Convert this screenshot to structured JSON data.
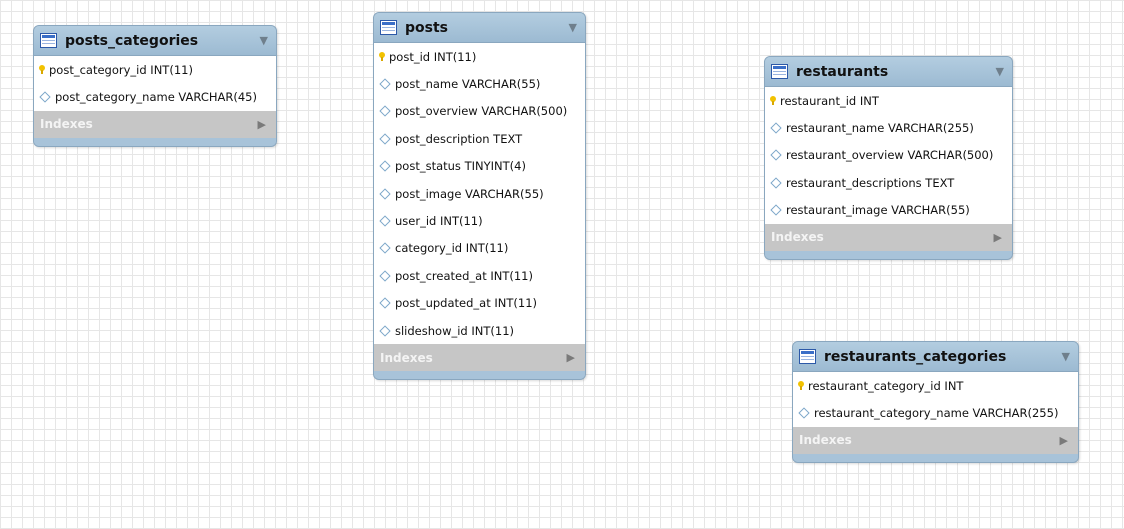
{
  "tables": [
    {
      "name": "posts_categories",
      "columns": [
        {
          "text": "post_category_id INT(11)",
          "key": true
        },
        {
          "text": "post_category_name VARCHAR(45)",
          "key": false
        }
      ],
      "indexes_label": "Indexes"
    },
    {
      "name": "posts",
      "columns": [
        {
          "text": "post_id INT(11)",
          "key": true
        },
        {
          "text": "post_name VARCHAR(55)",
          "key": false
        },
        {
          "text": "post_overview VARCHAR(500)",
          "key": false
        },
        {
          "text": "post_description TEXT",
          "key": false
        },
        {
          "text": "post_status TINYINT(4)",
          "key": false
        },
        {
          "text": "post_image VARCHAR(55)",
          "key": false
        },
        {
          "text": "user_id INT(11)",
          "key": false
        },
        {
          "text": "category_id INT(11)",
          "key": false
        },
        {
          "text": "post_created_at INT(11)",
          "key": false
        },
        {
          "text": "post_updated_at INT(11)",
          "key": false
        },
        {
          "text": "slideshow_id INT(11)",
          "key": false
        }
      ],
      "indexes_label": "Indexes"
    },
    {
      "name": "restaurants",
      "columns": [
        {
          "text": "restaurant_id INT",
          "key": true
        },
        {
          "text": "restaurant_name VARCHAR(255)",
          "key": false
        },
        {
          "text": "restaurant_overview VARCHAR(500)",
          "key": false
        },
        {
          "text": "restaurant_descriptions TEXT",
          "key": false
        },
        {
          "text": "restaurant_image VARCHAR(55)",
          "key": false
        }
      ],
      "indexes_label": "Indexes"
    },
    {
      "name": "restaurants_categories",
      "columns": [
        {
          "text": "restaurant_category_id INT",
          "key": true
        },
        {
          "text": "restaurant_category_name VARCHAR(255)",
          "key": false
        }
      ],
      "indexes_label": "Indexes"
    }
  ],
  "colors": {
    "header": "#a8c3d9",
    "indexes_bar": "#c6c6c6",
    "key_icon": "#f2c200",
    "column_icon": "#7da7c9"
  },
  "icons": {
    "table": "table-icon",
    "primary_key": "primary-key-icon",
    "column": "column-diamond-icon",
    "collapse": "triangle-down-icon",
    "expand": "triangle-right-icon"
  }
}
